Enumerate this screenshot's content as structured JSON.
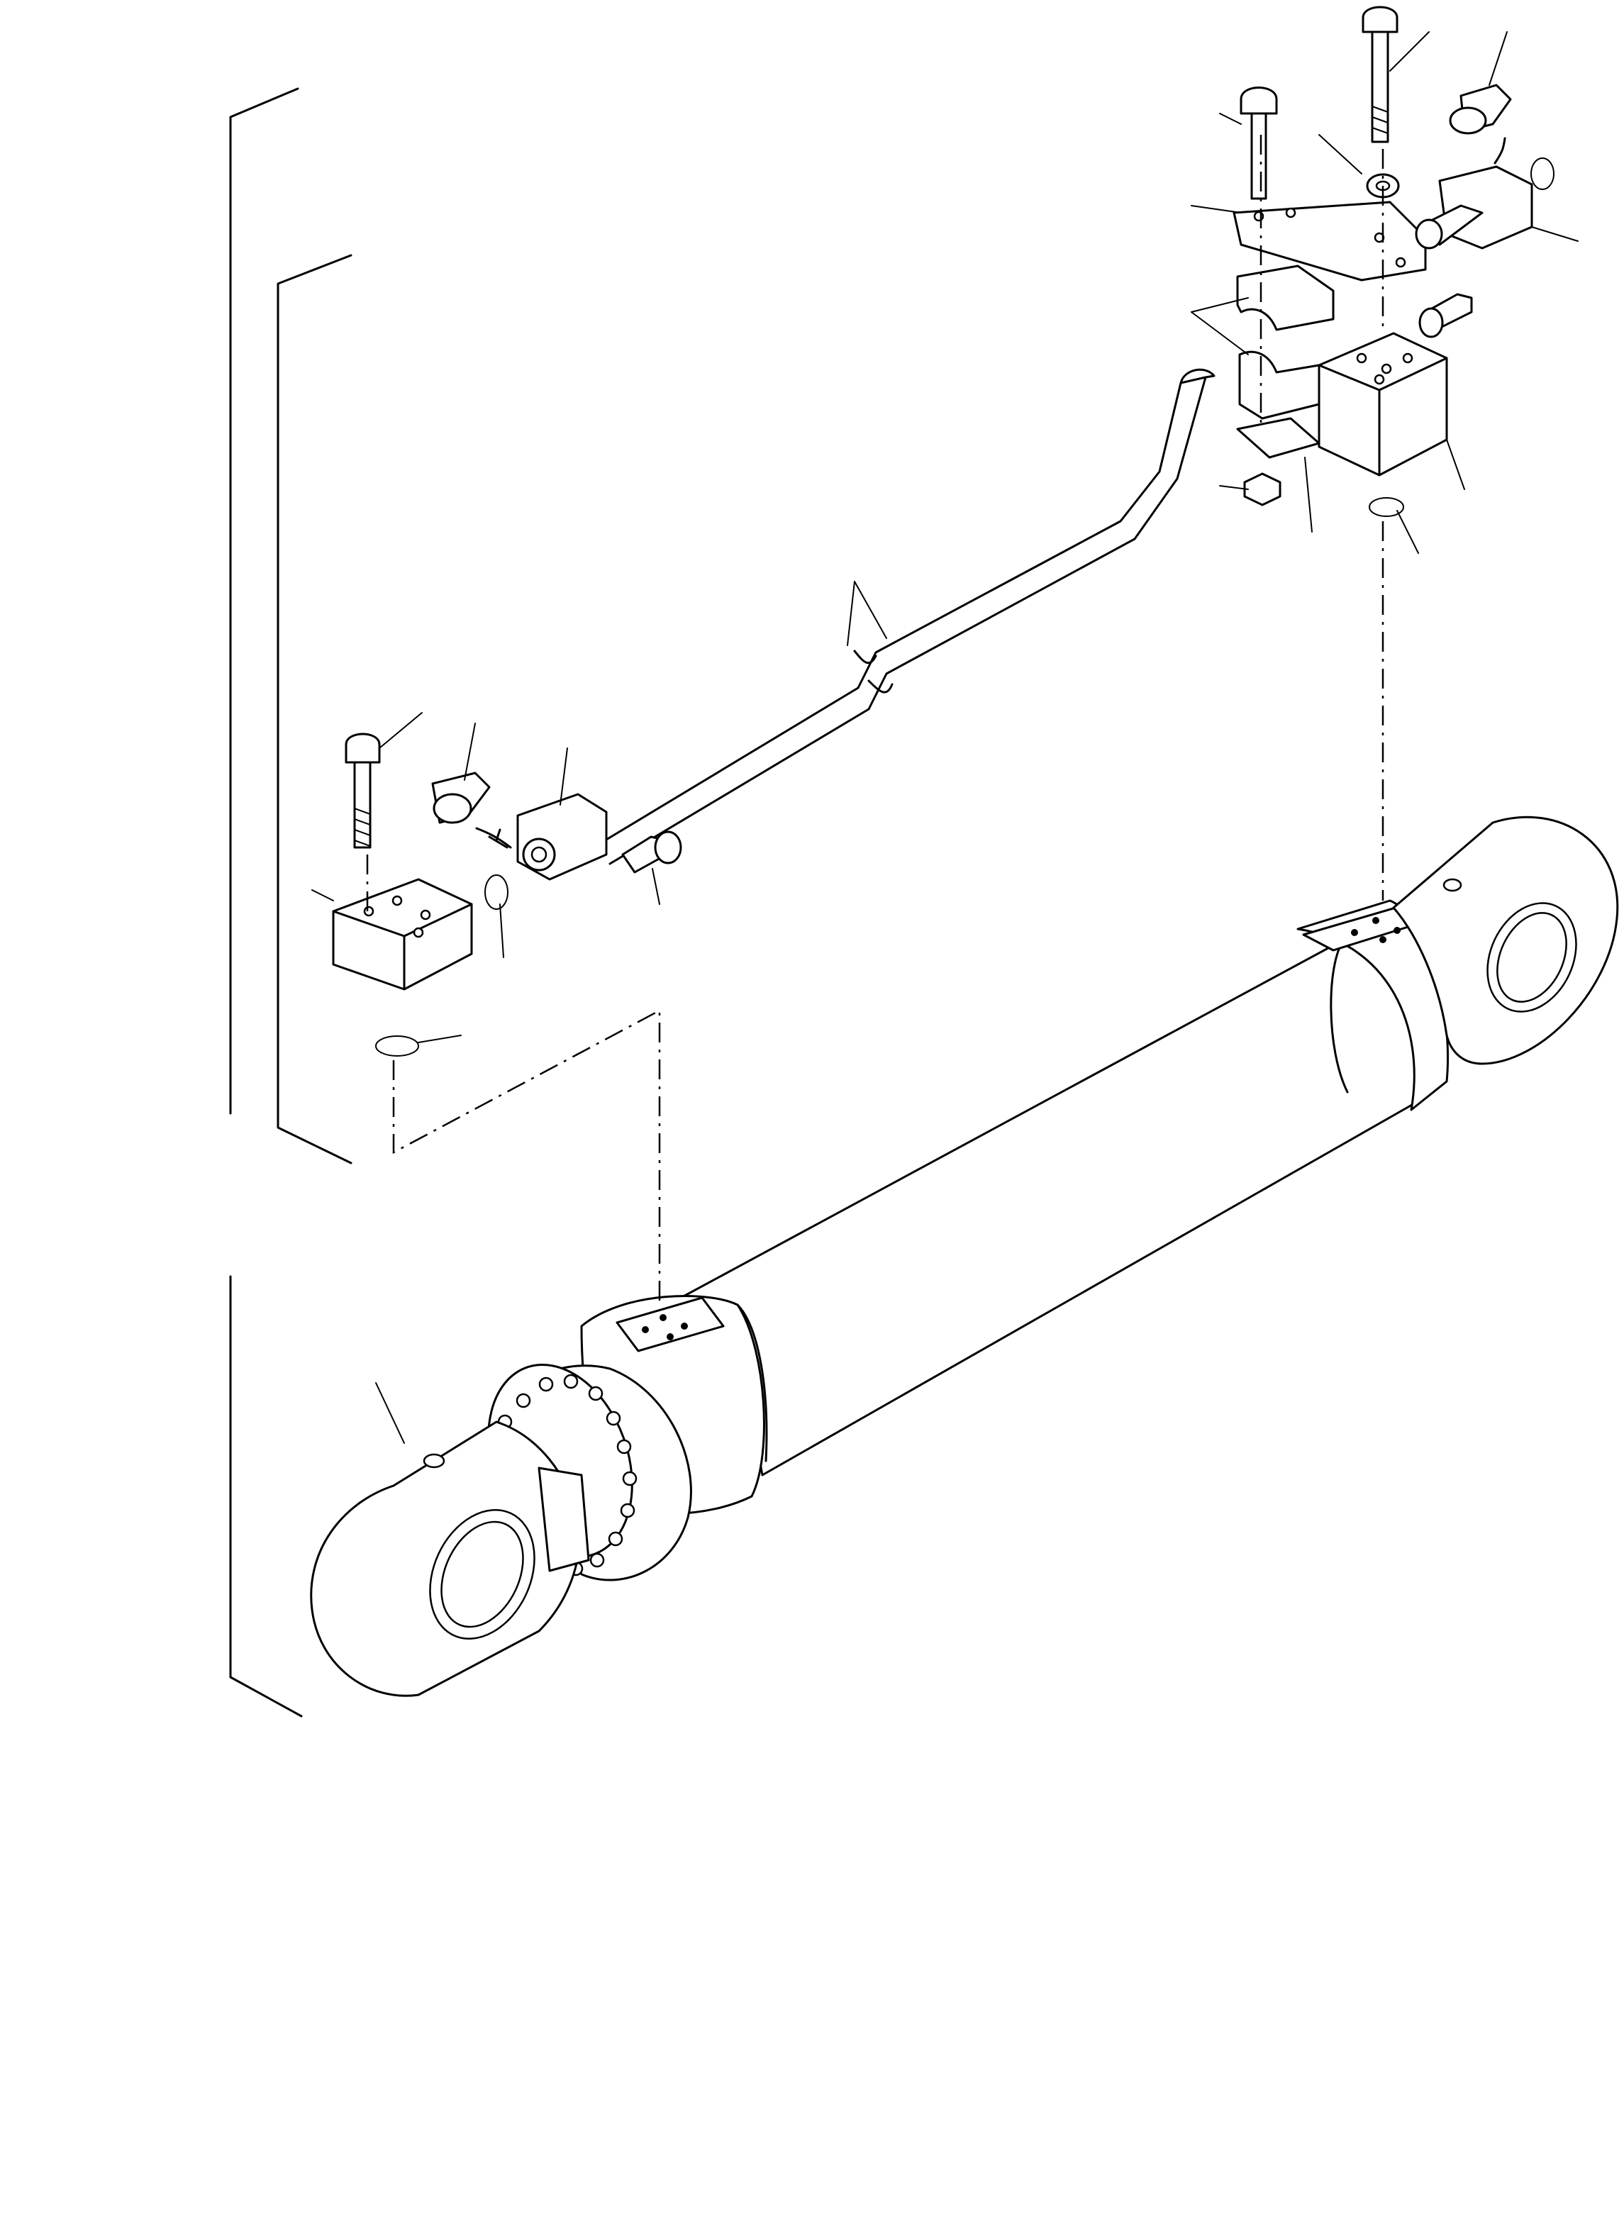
{
  "diagram": {
    "kind": "exploded-parts-view",
    "subject_icon": "hydraulic-cylinder-assembly",
    "line_color": "#000000",
    "background": "#ffffff",
    "leader_count": 22,
    "part_number_labels": []
  }
}
